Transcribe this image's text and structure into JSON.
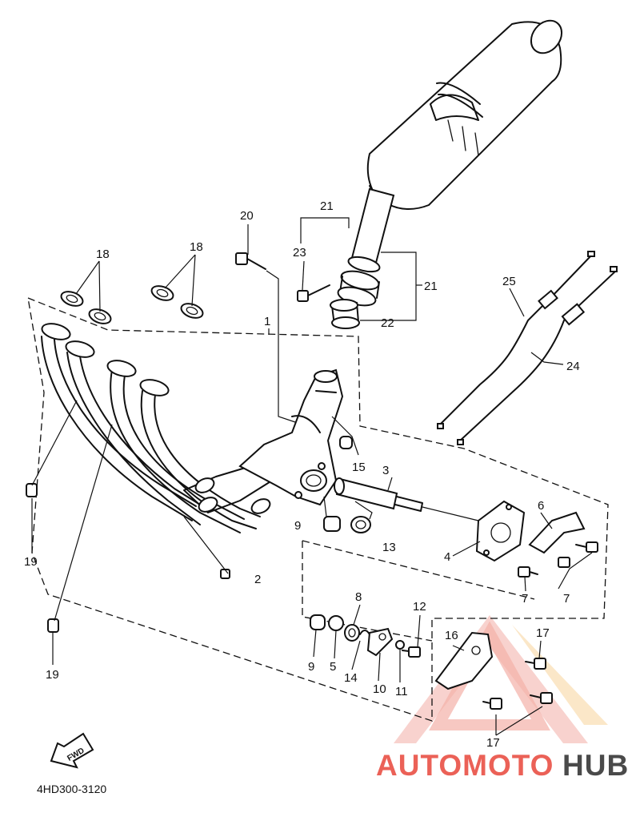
{
  "diagram": {
    "part_code": "4HD300-3120",
    "fwd_label": "FWD",
    "callouts": [
      {
        "id": "c1",
        "text": "1"
      },
      {
        "id": "c2",
        "text": "2"
      },
      {
        "id": "c3",
        "text": "3"
      },
      {
        "id": "c4",
        "text": "4"
      },
      {
        "id": "c5",
        "text": "5"
      },
      {
        "id": "c6",
        "text": "6"
      },
      {
        "id": "c7a",
        "text": "7"
      },
      {
        "id": "c7b",
        "text": "7"
      },
      {
        "id": "c8",
        "text": "8"
      },
      {
        "id": "c9a",
        "text": "9"
      },
      {
        "id": "c9b",
        "text": "9"
      },
      {
        "id": "c10",
        "text": "10"
      },
      {
        "id": "c11",
        "text": "11"
      },
      {
        "id": "c12",
        "text": "12"
      },
      {
        "id": "c13",
        "text": "13"
      },
      {
        "id": "c14",
        "text": "14"
      },
      {
        "id": "c15",
        "text": "15"
      },
      {
        "id": "c16",
        "text": "16"
      },
      {
        "id": "c17a",
        "text": "17"
      },
      {
        "id": "c17b",
        "text": "17"
      },
      {
        "id": "c18a",
        "text": "18"
      },
      {
        "id": "c18b",
        "text": "18"
      },
      {
        "id": "c19a",
        "text": "19"
      },
      {
        "id": "c19b",
        "text": "19"
      },
      {
        "id": "c20",
        "text": "20"
      },
      {
        "id": "c21a",
        "text": "21"
      },
      {
        "id": "c21b",
        "text": "21"
      },
      {
        "id": "c22",
        "text": "22"
      },
      {
        "id": "c23",
        "text": "23"
      },
      {
        "id": "c24",
        "text": "24"
      },
      {
        "id": "c25",
        "text": "25"
      }
    ]
  },
  "watermark": {
    "brand_left": "AUTOMOTO",
    "brand_right": "HUB",
    "color_primary": "#e8463a",
    "color_secondary": "#f2a93b",
    "color_dark": "#2b2b2b"
  }
}
